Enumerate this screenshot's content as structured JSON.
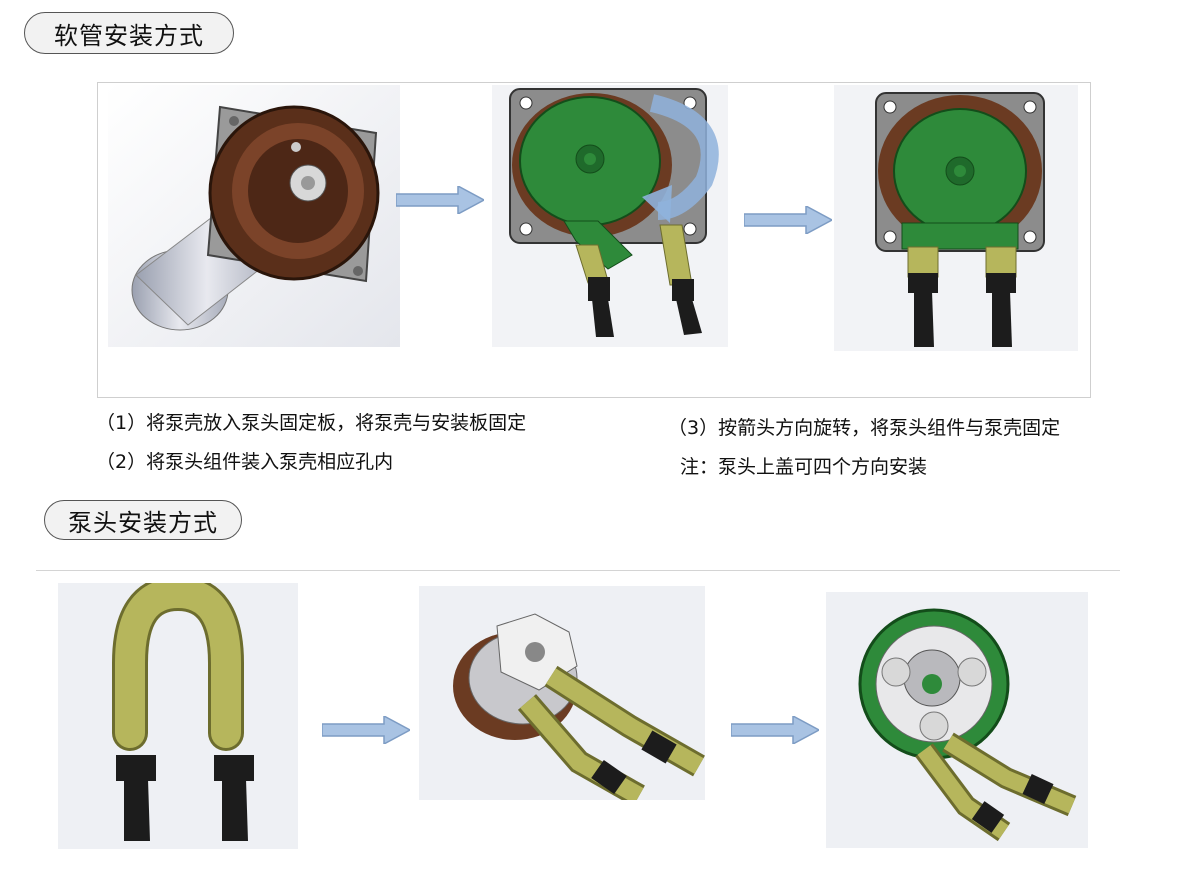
{
  "headers": {
    "section1": "软管安装方式",
    "section2": "泵头安装方式"
  },
  "captions": {
    "step1": "（1）将泵壳放入泵头固定板，将泵壳与安装板固定",
    "step2": "（2）将泵头组件装入泵壳相应孔内",
    "step3": "（3）按箭头方向旋转，将泵头组件与泵壳固定",
    "note": "注：泵头上盖可四个方向安装"
  },
  "colors": {
    "accent_arrow": "#a9c3e3",
    "arrow_outline": "#7d9cc4",
    "housing_brown": "#6b3b22",
    "pump_green": "#2f8a3a",
    "tube_olive": "#b6b65c",
    "metal_plate": "#8c8c8c"
  },
  "icons": {
    "flow_arrow": "right-arrow-icon",
    "rotate_arrow": "rotate-arrow-icon"
  }
}
